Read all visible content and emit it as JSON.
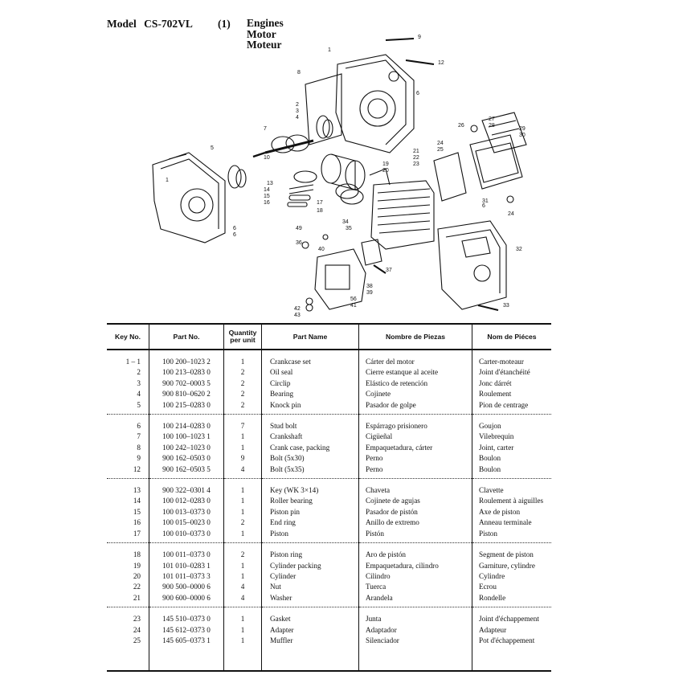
{
  "header": {
    "model_label": "Model",
    "model_number": "CS-702VL",
    "section": "(1)",
    "title_en": "Engines",
    "title_es": "Motor",
    "title_fr": "Moteur"
  },
  "diagram": {
    "callouts": [
      "1",
      "2",
      "3",
      "4",
      "5",
      "6",
      "7",
      "8",
      "9",
      "10",
      "12",
      "13",
      "14",
      "15",
      "16",
      "17",
      "18",
      "19",
      "20",
      "21",
      "22",
      "23",
      "24",
      "25",
      "26",
      "27",
      "28",
      "29",
      "30",
      "31",
      "32",
      "33",
      "34",
      "35",
      "36",
      "37",
      "38",
      "39",
      "40",
      "41",
      "42",
      "43",
      "49",
      "56"
    ]
  },
  "table": {
    "headers": {
      "key": "Key No.",
      "part": "Part No.",
      "qty": "Quantity per unit",
      "name": "Part Name",
      "es": "Nombre de Piezas",
      "fr": "Nom de Piéces"
    },
    "groups": [
      [
        {
          "key": "1 –  1",
          "part": "100 200–1023 2",
          "qty": "1",
          "name": "Crankcase set",
          "es": "Cárter del motor",
          "fr": "Carter-moteaur"
        },
        {
          "key": "2",
          "part": "100 213–0283 0",
          "qty": "2",
          "name": "Oil seal",
          "es": "Cierre estanque al aceite",
          "fr": "Joint d'étanchéité"
        },
        {
          "key": "3",
          "part": "900 702–0003 5",
          "qty": "2",
          "name": "Circlip",
          "es": "Elástico de retención",
          "fr": "Jonc dárrét"
        },
        {
          "key": "4",
          "part": "900 810–0620 2",
          "qty": "2",
          "name": "Bearing",
          "es": "Cojinete",
          "fr": "Roulement"
        },
        {
          "key": "5",
          "part": "100 215–0283 0",
          "qty": "2",
          "name": "Knock pin",
          "es": "Pasador de golpe",
          "fr": "Pion de centrage"
        }
      ],
      [
        {
          "key": "6",
          "part": "100 214–0283 0",
          "qty": "7",
          "name": "Stud bolt",
          "es": "Espárrago prisionero",
          "fr": "Goujon"
        },
        {
          "key": "7",
          "part": "100 100–1023 1",
          "qty": "1",
          "name": "Crankshaft",
          "es": "Cigüeñal",
          "fr": "Vilebrequin"
        },
        {
          "key": "8",
          "part": "100 242–1023 0",
          "qty": "1",
          "name": "Crank case, packing",
          "es": "Empaquetadura, cárter",
          "fr": "Joint, carter"
        },
        {
          "key": "9",
          "part": "900 162–0503 0",
          "qty": "9",
          "name": "Bolt (5x30)",
          "es": "Perno",
          "fr": "Boulon"
        },
        {
          "key": "12",
          "part": "900 162–0503 5",
          "qty": "4",
          "name": "Bolt (5x35)",
          "es": "Perno",
          "fr": "Boulon"
        }
      ],
      [
        {
          "key": "13",
          "part": "900 322–0301 4",
          "qty": "1",
          "name": "Key (WK 3×14)",
          "es": "Chaveta",
          "fr": "Clavette"
        },
        {
          "key": "14",
          "part": "100 012–0283 0",
          "qty": "1",
          "name": "Roller bearing",
          "es": "Cojinete de agujas",
          "fr": "Roulement à aiguilles"
        },
        {
          "key": "15",
          "part": "100 013–0373 0",
          "qty": "1",
          "name": "Piston pin",
          "es": "Pasador de pistón",
          "fr": "Axe de piston"
        },
        {
          "key": "16",
          "part": "100 015–0023 0",
          "qty": "2",
          "name": "End ring",
          "es": "Anillo de extremo",
          "fr": "Anneau terminale"
        },
        {
          "key": "17",
          "part": "100 010–0373 0",
          "qty": "1",
          "name": "Piston",
          "es": "Pistón",
          "fr": "Piston"
        }
      ],
      [
        {
          "key": "18",
          "part": "100 011–0373 0",
          "qty": "2",
          "name": "Piston ring",
          "es": "Aro de pistón",
          "fr": "Segment de piston"
        },
        {
          "key": "19",
          "part": "101 010–0283 1",
          "qty": "1",
          "name": "Cylinder packing",
          "es": "Empaquetadura, cilindro",
          "fr": "Garniture, cylindre"
        },
        {
          "key": "20",
          "part": "101 011–0373 3",
          "qty": "1",
          "name": "Cylinder",
          "es": "Cilindro",
          "fr": "Cylindre"
        },
        {
          "key": "22",
          "part": "900 500–0000 6",
          "qty": "4",
          "name": "Nut",
          "es": "Tuerca",
          "fr": "Ecrou"
        },
        {
          "key": "21",
          "part": "900 600–0000 6",
          "qty": "4",
          "name": "Washer",
          "es": "Arandela",
          "fr": "Rondelle"
        }
      ],
      [
        {
          "key": "23",
          "part": "145 510–0373 0",
          "qty": "1",
          "name": "Gasket",
          "es": "Junta",
          "fr": "Joint d'échappement"
        },
        {
          "key": "24",
          "part": "145 612–0373 0",
          "qty": "1",
          "name": "Adapter",
          "es": "Adaptador",
          "fr": "Adapteur"
        },
        {
          "key": "25",
          "part": "145 605–0373 1",
          "qty": "1",
          "name": "Muffler",
          "es": "Silenciador",
          "fr": "Pot d'échappement"
        }
      ]
    ]
  }
}
